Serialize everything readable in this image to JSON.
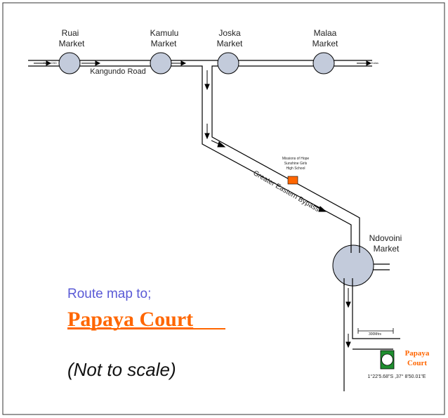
{
  "colors": {
    "market_fill": "#c3cbdb",
    "road": "#000000",
    "school": "#ff6600",
    "route_title": "#5a5ad6",
    "destination": "#ff6600",
    "marker": "#1f8f2f",
    "border": "#333333"
  },
  "markets": {
    "ruai": {
      "line1": "Ruai",
      "line2": "Market"
    },
    "kamulu": {
      "line1": "Kamulu",
      "line2": "Market"
    },
    "joska": {
      "line1": "Joska",
      "line2": "Market"
    },
    "malaa": {
      "line1": "Malaa",
      "line2": "Market"
    },
    "ndovoini": {
      "line1": "Ndovoini",
      "line2": "Market"
    }
  },
  "roads": {
    "kangundo": "Kangundo Road",
    "bypass": "Greater Eastern Bypass",
    "from_left": "From CBD",
    "to_right": "Kalas"
  },
  "school": {
    "line1": "Missions of Hope",
    "line2": "Sunshine Girls",
    "line3": "High School"
  },
  "distance": "300Mtrs",
  "destination": {
    "line1": "Papaya",
    "line2": "Court",
    "coords": "1°22'5.68\"S ,37° 8'50.01\"E"
  },
  "legend": {
    "route_to": "Route map to;",
    "name": "Papaya Court",
    "scale_note": "(Not to scale)"
  }
}
